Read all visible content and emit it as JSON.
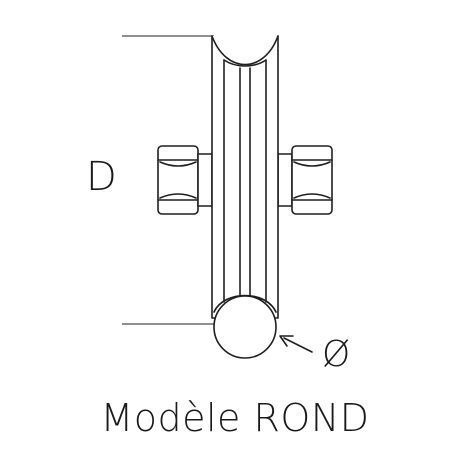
{
  "labels": {
    "diameter_wheel": "D",
    "diameter_groove": "Ø",
    "caption": "Modèle ROND"
  },
  "colors": {
    "line": "#1f1f1f",
    "background": "#ffffff"
  }
}
